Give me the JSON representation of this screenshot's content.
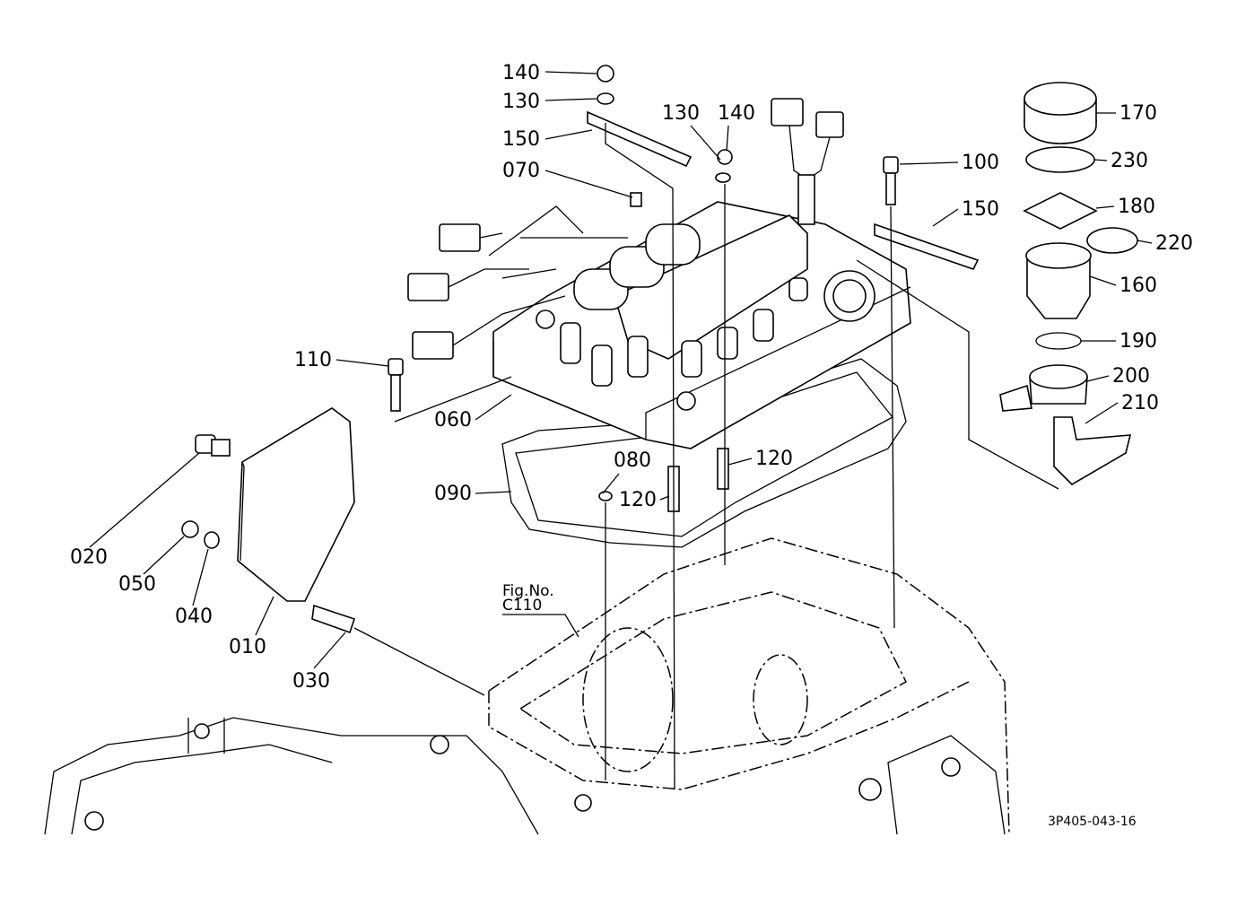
{
  "diagram": {
    "figure_reference": {
      "line1": "Fig.No.",
      "line2": "C110"
    },
    "drawing_code": "3P405-043-16",
    "callouts": [
      "140",
      "130",
      "150",
      "070",
      "130",
      "140",
      "100",
      "150",
      "170",
      "230",
      "180",
      "220",
      "160",
      "190",
      "200",
      "210",
      "110",
      "060",
      "120",
      "080",
      "120",
      "090",
      "020",
      "050",
      "040",
      "010",
      "030"
    ]
  }
}
